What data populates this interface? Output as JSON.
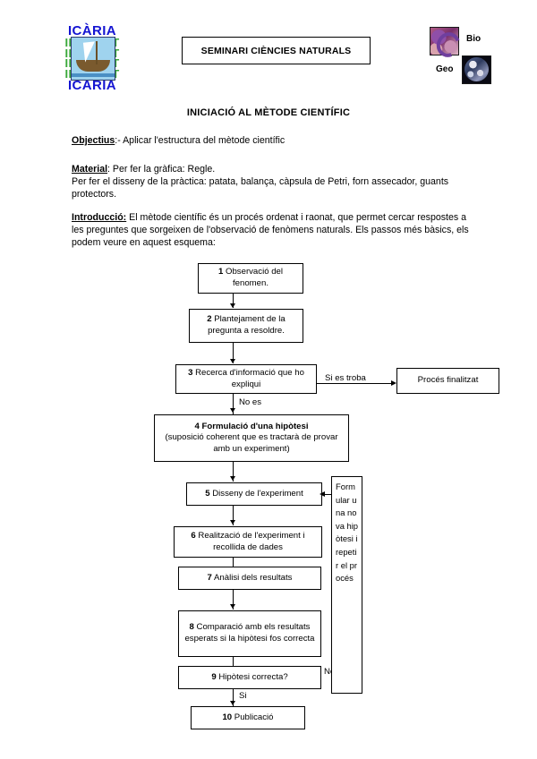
{
  "header": {
    "logo": {
      "name": "Institut Icària",
      "top_word": "ICÀRIA",
      "bottom_word": "ICÀRIA",
      "repeat_word": "INSTITUT",
      "blue": "#1414d2",
      "green": "#3aa83a",
      "image_alt": "boat-logo"
    },
    "seminar_label": "SEMINARI CIÈNCIES NATURALS",
    "bio_label": "Bio",
    "geo_label": "Geo"
  },
  "document": {
    "title": "INICIACIÓ AL MÈTODE CIENTÍFIC",
    "objectius_lead": "Objectius",
    "objectius_text": ":- Aplicar l'estructura del mètode científic",
    "material_lead": "Material",
    "material_text": ": Per fer la gràfica: Regle.",
    "material_text2": "Per fer el disseny de la pràctica: patata, balança, càpsula de Petri, forn assecador, guants protectors.",
    "introduccio_lead": "Introducció:",
    "introduccio_text": "  El mètode científic és un procés ordenat i raonat, que permet cercar respostes a les preguntes que sorgeixen de l'observació de fenòmens naturals.  Els passos més bàsics, els podem veure en aquest esquema:"
  },
  "flowchart": {
    "boxes": [
      {
        "num": "1",
        "text": " Observació del fenomen."
      },
      {
        "num": "2",
        "text": " Plantejament de la pregunta a resoldre."
      },
      {
        "num": "3",
        "text": " Recerca d'informació que ho expliqui"
      },
      {
        "num": "4",
        "text": " Formulació d'una hipòtesi",
        "sub": "(suposició coherent que es tractarà de provar amb un experiment)"
      },
      {
        "num": "5",
        "text": "  Disseny de l'experiment"
      },
      {
        "num": "6",
        "text": " Realització de l'experiment i recollida de dades"
      },
      {
        "num": "7",
        "text": " Anàlisi dels resultats"
      },
      {
        "num": "8",
        "text": " Comparació amb els resultats esperats si la hipòtesi fos correcta"
      },
      {
        "num": "9",
        "text": " Hipòtesi correcta?"
      },
      {
        "num": "10",
        "text": " Publicació"
      }
    ],
    "terminal_box": "Procés finalitzat",
    "loop_box": "Formular una nova hipòtesi i repetir el procés",
    "labels": {
      "si_es_troba": "Si es troba",
      "no_es": "No es",
      "no": "No",
      "si": "Si"
    }
  }
}
